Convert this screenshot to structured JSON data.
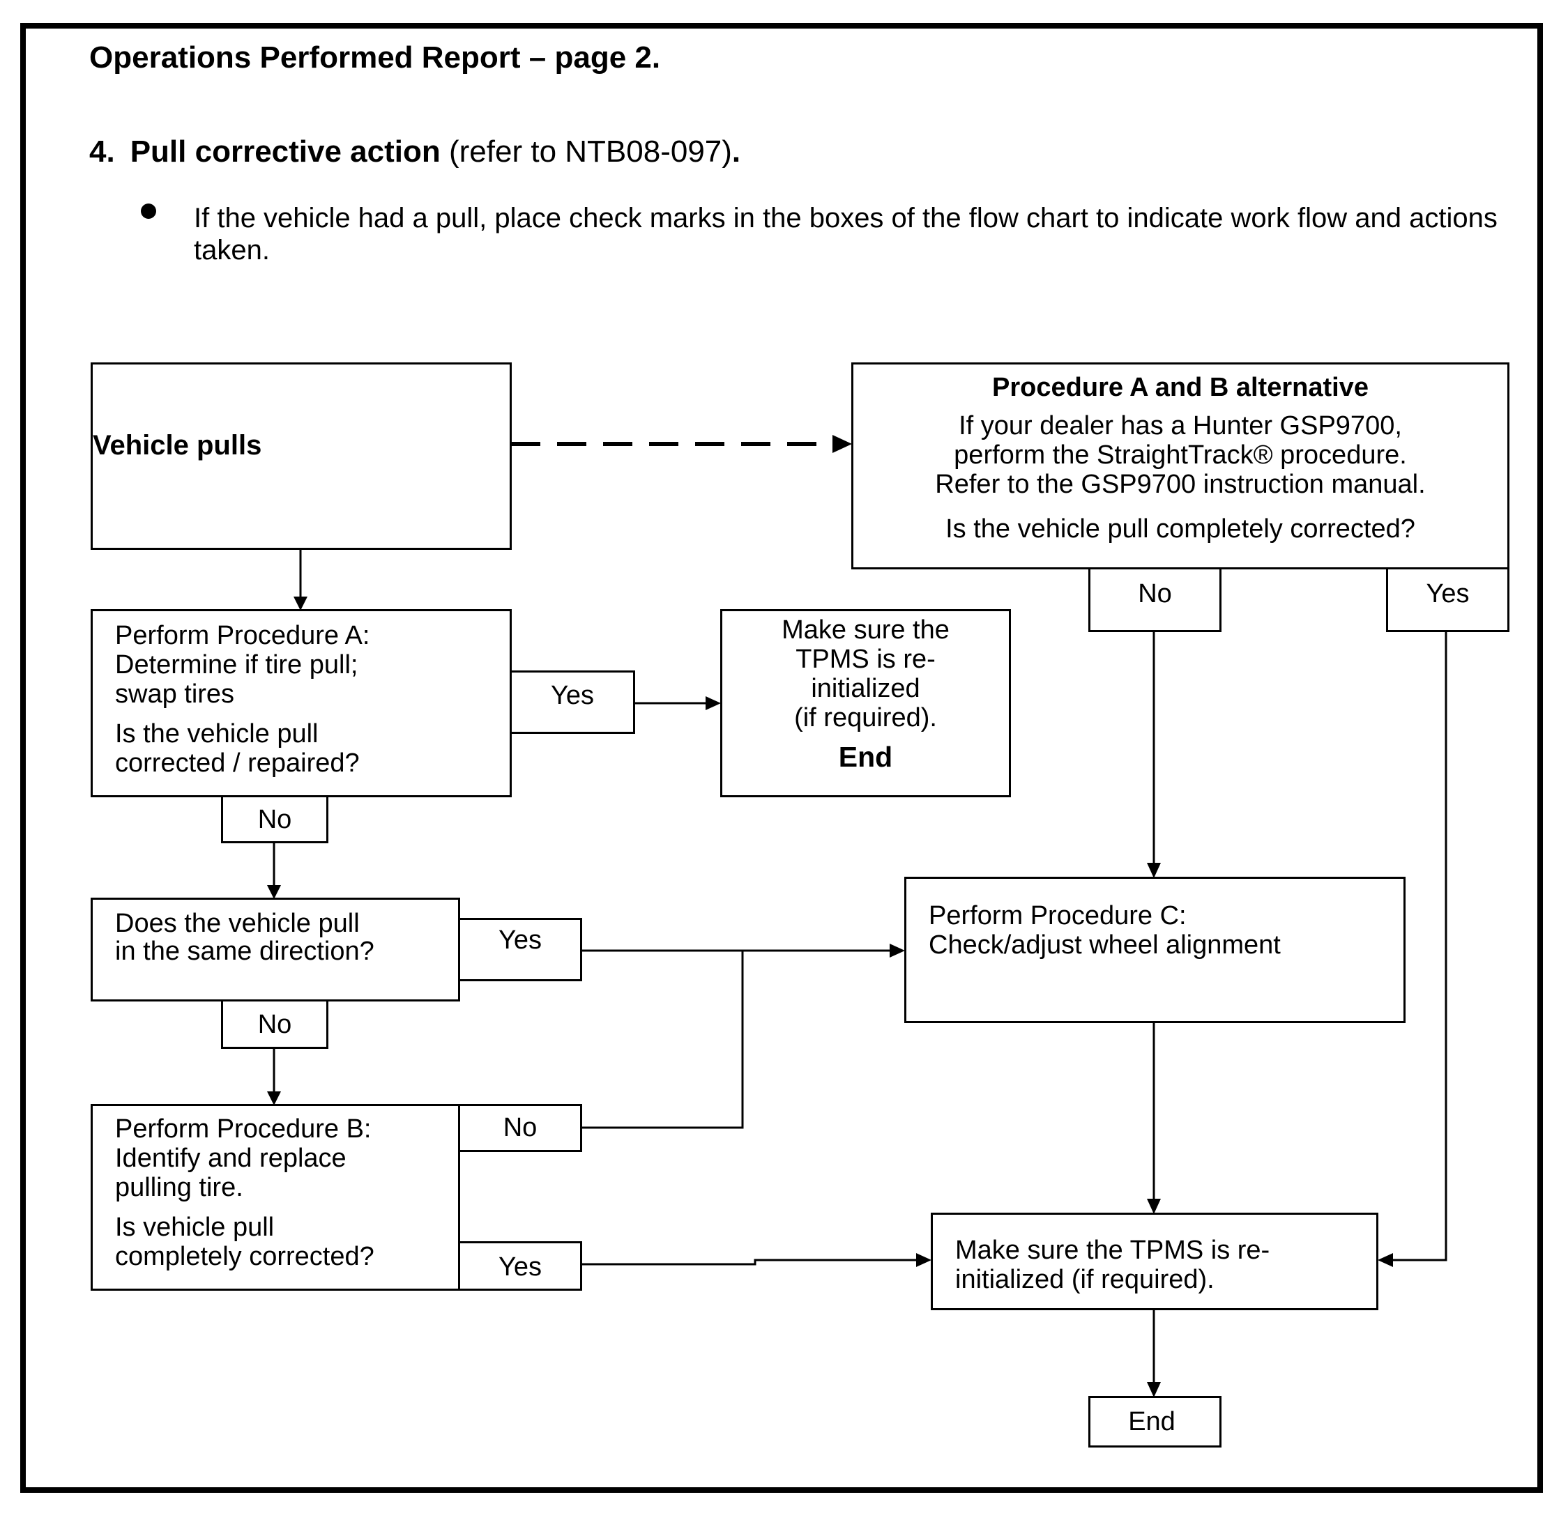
{
  "header": {
    "title": "Operations Performed Report – page 2."
  },
  "section": {
    "number": "4.",
    "heading": "Pull corrective action",
    "reference": " (refer to NTB08-097)",
    "reference_end": "."
  },
  "instruction": {
    "bullet": "If the vehicle had a pull, place check marks in the boxes of the flow chart to indicate work flow and actions taken."
  },
  "flowchart": {
    "vehicle_pulls": "Vehicle pulls",
    "alternative": {
      "title": "Procedure A and B alternative",
      "line1": "If your dealer has a Hunter GSP9700,",
      "line2": "perform the StraightTrack® procedure.",
      "line3": "Refer to the GSP9700 instruction manual.",
      "question": "Is the vehicle pull completely corrected?",
      "no": "No",
      "yes": "Yes"
    },
    "proc_a": {
      "line1": "Perform Procedure A:",
      "line2": "Determine if tire pull;",
      "line3": "swap tires",
      "q1": "Is the vehicle pull",
      "q2": "corrected / repaired?",
      "yes": "Yes",
      "no": "No"
    },
    "tpms_end": {
      "line1": "Make sure the",
      "line2": "TPMS is re-",
      "line3": "initialized",
      "line4": "(if required).",
      "end": "End"
    },
    "same_direction": {
      "line1": "Does the vehicle pull",
      "line2": "in the same direction?",
      "yes": "Yes",
      "no": "No"
    },
    "proc_b": {
      "line1": "Perform Procedure B:",
      "line2": "Identify and replace",
      "line3": "pulling tire.",
      "q1": "Is vehicle pull",
      "q2": "completely corrected?",
      "no": "No",
      "yes": "Yes"
    },
    "proc_c": {
      "line1": "Perform Procedure C:",
      "line2": "Check/adjust wheel alignment"
    },
    "tpms_final": {
      "line1": "Make sure the TPMS is re-",
      "line2": "initialized (if required)."
    },
    "end": "End"
  }
}
